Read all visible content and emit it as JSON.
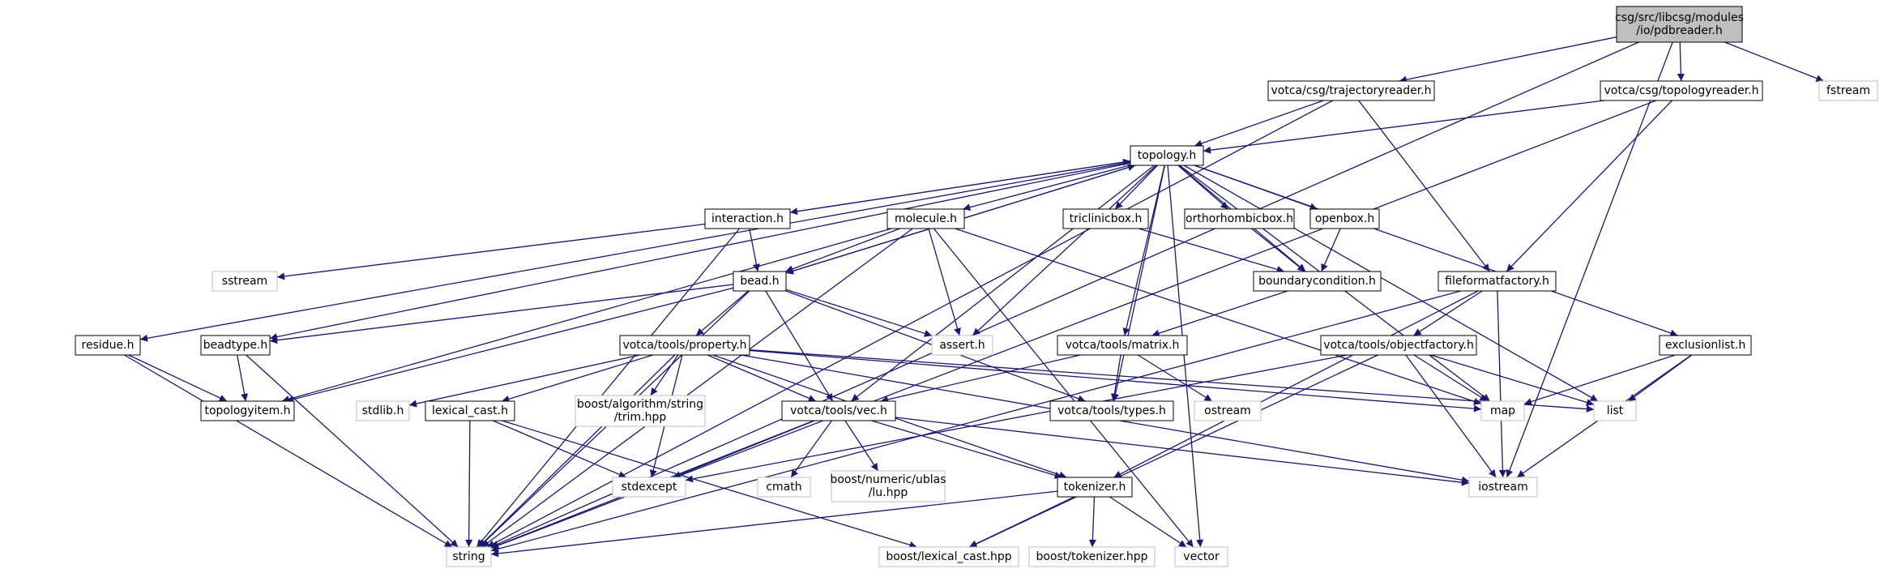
{
  "nodes": [
    {
      "id": "pdbreader",
      "lines": [
        "csg/src/libcsg/modules",
        "/io/pdbreader.h"
      ],
      "kind": "root"
    },
    {
      "id": "trajectoryreader",
      "lines": [
        "votca/csg/trajectoryreader.h"
      ],
      "kind": "documented"
    },
    {
      "id": "topologyreader",
      "lines": [
        "votca/csg/topologyreader.h"
      ],
      "kind": "documented"
    },
    {
      "id": "fstream",
      "lines": [
        "fstream"
      ],
      "kind": "external"
    },
    {
      "id": "topology",
      "lines": [
        "topology.h"
      ],
      "kind": "documented"
    },
    {
      "id": "interaction",
      "lines": [
        "interaction.h"
      ],
      "kind": "documented"
    },
    {
      "id": "molecule",
      "lines": [
        "molecule.h"
      ],
      "kind": "documented"
    },
    {
      "id": "triclinicbox",
      "lines": [
        "triclinicbox.h"
      ],
      "kind": "documented"
    },
    {
      "id": "orthorhombicbox",
      "lines": [
        "orthorhombicbox.h"
      ],
      "kind": "documented"
    },
    {
      "id": "openbox",
      "lines": [
        "openbox.h"
      ],
      "kind": "documented"
    },
    {
      "id": "sstream",
      "lines": [
        "sstream"
      ],
      "kind": "external"
    },
    {
      "id": "bead",
      "lines": [
        "bead.h"
      ],
      "kind": "documented"
    },
    {
      "id": "boundarycondition",
      "lines": [
        "boundarycondition.h"
      ],
      "kind": "documented"
    },
    {
      "id": "fileformatfactory",
      "lines": [
        "fileformatfactory.h"
      ],
      "kind": "documented"
    },
    {
      "id": "residue",
      "lines": [
        "residue.h"
      ],
      "kind": "documented"
    },
    {
      "id": "beadtype",
      "lines": [
        "beadtype.h"
      ],
      "kind": "documented"
    },
    {
      "id": "property",
      "lines": [
        "votca/tools/property.h"
      ],
      "kind": "documented"
    },
    {
      "id": "assert",
      "lines": [
        "assert.h"
      ],
      "kind": "external"
    },
    {
      "id": "matrix",
      "lines": [
        "votca/tools/matrix.h"
      ],
      "kind": "documented"
    },
    {
      "id": "objectfactory",
      "lines": [
        "votca/tools/objectfactory.h"
      ],
      "kind": "documented"
    },
    {
      "id": "exclusionlist",
      "lines": [
        "exclusionlist.h"
      ],
      "kind": "documented"
    },
    {
      "id": "topologyitem",
      "lines": [
        "topologyitem.h"
      ],
      "kind": "documented"
    },
    {
      "id": "stdlib",
      "lines": [
        "stdlib.h"
      ],
      "kind": "external"
    },
    {
      "id": "lexical_cast",
      "lines": [
        "lexical_cast.h"
      ],
      "kind": "documented"
    },
    {
      "id": "trim",
      "lines": [
        "boost/algorithm/string",
        "/trim.hpp"
      ],
      "kind": "external"
    },
    {
      "id": "vec",
      "lines": [
        "votca/tools/vec.h"
      ],
      "kind": "documented"
    },
    {
      "id": "types",
      "lines": [
        "votca/tools/types.h"
      ],
      "kind": "documented"
    },
    {
      "id": "ostream",
      "lines": [
        "ostream"
      ],
      "kind": "external"
    },
    {
      "id": "map",
      "lines": [
        "map"
      ],
      "kind": "external"
    },
    {
      "id": "list",
      "lines": [
        "list"
      ],
      "kind": "external"
    },
    {
      "id": "stdexcept",
      "lines": [
        "stdexcept"
      ],
      "kind": "external"
    },
    {
      "id": "cmath",
      "lines": [
        "cmath"
      ],
      "kind": "external"
    },
    {
      "id": "lu",
      "lines": [
        "boost/numeric/ublas",
        "/lu.hpp"
      ],
      "kind": "external"
    },
    {
      "id": "tokenizer",
      "lines": [
        "tokenizer.h"
      ],
      "kind": "documented"
    },
    {
      "id": "iostream",
      "lines": [
        "iostream"
      ],
      "kind": "external"
    },
    {
      "id": "string",
      "lines": [
        "string"
      ],
      "kind": "external"
    },
    {
      "id": "lexical_cast_hpp",
      "lines": [
        "boost/lexical_cast.hpp"
      ],
      "kind": "external"
    },
    {
      "id": "tokenizer_hpp",
      "lines": [
        "boost/tokenizer.hpp"
      ],
      "kind": "external"
    },
    {
      "id": "vector",
      "lines": [
        "vector"
      ],
      "kind": "external"
    }
  ],
  "edges": [
    [
      "pdbreader",
      "trajectoryreader"
    ],
    [
      "pdbreader",
      "topologyreader"
    ],
    [
      "pdbreader",
      "fstream"
    ],
    [
      "pdbreader",
      "string"
    ],
    [
      "pdbreader",
      "iostream"
    ],
    [
      "trajectoryreader",
      "topology"
    ],
    [
      "trajectoryreader",
      "fileformatfactory"
    ],
    [
      "trajectoryreader",
      "string"
    ],
    [
      "topologyreader",
      "topology"
    ],
    [
      "topologyreader",
      "fileformatfactory"
    ],
    [
      "topologyreader",
      "string"
    ],
    [
      "topology",
      "interaction"
    ],
    [
      "topology",
      "molecule"
    ],
    [
      "topology",
      "triclinicbox"
    ],
    [
      "topology",
      "orthorhombicbox"
    ],
    [
      "topology",
      "openbox"
    ],
    [
      "topology",
      "bead"
    ],
    [
      "topology",
      "boundarycondition"
    ],
    [
      "topology",
      "residue"
    ],
    [
      "topology",
      "beadtype"
    ],
    [
      "topology",
      "assert"
    ],
    [
      "topology",
      "matrix"
    ],
    [
      "topology",
      "vec"
    ],
    [
      "topology",
      "types"
    ],
    [
      "topology",
      "exclusionlist"
    ],
    [
      "topology",
      "map"
    ],
    [
      "topology",
      "list"
    ],
    [
      "topology",
      "vector"
    ],
    [
      "interaction",
      "topology"
    ],
    [
      "interaction",
      "bead"
    ],
    [
      "interaction",
      "sstream"
    ],
    [
      "interaction",
      "string"
    ],
    [
      "molecule",
      "bead"
    ],
    [
      "molecule",
      "topologyitem"
    ],
    [
      "molecule",
      "assert"
    ],
    [
      "molecule",
      "string"
    ],
    [
      "molecule",
      "map"
    ],
    [
      "molecule",
      "vector"
    ],
    [
      "triclinicbox",
      "boundarycondition"
    ],
    [
      "orthorhombicbox",
      "boundarycondition"
    ],
    [
      "openbox",
      "boundarycondition"
    ],
    [
      "boundarycondition",
      "matrix"
    ],
    [
      "bead",
      "topology"
    ],
    [
      "bead",
      "beadtype"
    ],
    [
      "bead",
      "topologyitem"
    ],
    [
      "bead",
      "property"
    ],
    [
      "bead",
      "vec"
    ],
    [
      "bead",
      "types"
    ],
    [
      "bead",
      "assert"
    ],
    [
      "bead",
      "string"
    ],
    [
      "fileformatfactory",
      "objectfactory"
    ],
    [
      "fileformatfactory",
      "string"
    ],
    [
      "fileformatfactory",
      "iostream"
    ],
    [
      "fileformatfactory",
      "tokenizer"
    ],
    [
      "residue",
      "topologyitem"
    ],
    [
      "residue",
      "string"
    ],
    [
      "beadtype",
      "topologyitem"
    ],
    [
      "beadtype",
      "string"
    ],
    [
      "property",
      "stdlib"
    ],
    [
      "property",
      "lexical_cast"
    ],
    [
      "property",
      "trim"
    ],
    [
      "property",
      "vec"
    ],
    [
      "property",
      "stdexcept"
    ],
    [
      "property",
      "map"
    ],
    [
      "property",
      "list"
    ],
    [
      "property",
      "tokenizer"
    ],
    [
      "property",
      "iostream"
    ],
    [
      "property",
      "string"
    ],
    [
      "matrix",
      "vec"
    ],
    [
      "matrix",
      "types"
    ],
    [
      "matrix",
      "ostream"
    ],
    [
      "objectfactory",
      "map"
    ],
    [
      "objectfactory",
      "list"
    ],
    [
      "objectfactory",
      "iostream"
    ],
    [
      "objectfactory",
      "stdexcept"
    ],
    [
      "objectfactory",
      "lexical_cast_hpp"
    ],
    [
      "exclusionlist",
      "map"
    ],
    [
      "exclusionlist",
      "list"
    ],
    [
      "exclusionlist",
      "iostream"
    ],
    [
      "lexical_cast",
      "stdexcept"
    ],
    [
      "lexical_cast",
      "string"
    ],
    [
      "lexical_cast",
      "lexical_cast_hpp"
    ],
    [
      "vec",
      "stdexcept"
    ],
    [
      "vec",
      "cmath"
    ],
    [
      "vec",
      "lu"
    ],
    [
      "vec",
      "tokenizer"
    ],
    [
      "vec",
      "iostream"
    ],
    [
      "vec",
      "string"
    ],
    [
      "tokenizer",
      "string"
    ],
    [
      "tokenizer",
      "lexical_cast_hpp"
    ],
    [
      "tokenizer",
      "tokenizer_hpp"
    ],
    [
      "tokenizer",
      "vector"
    ]
  ],
  "colors": {
    "edge": "#191970",
    "root_fill": "#bfbfbf",
    "documented_stroke": "#000000",
    "external_stroke": "#bfbfbf",
    "background": "#ffffff"
  }
}
